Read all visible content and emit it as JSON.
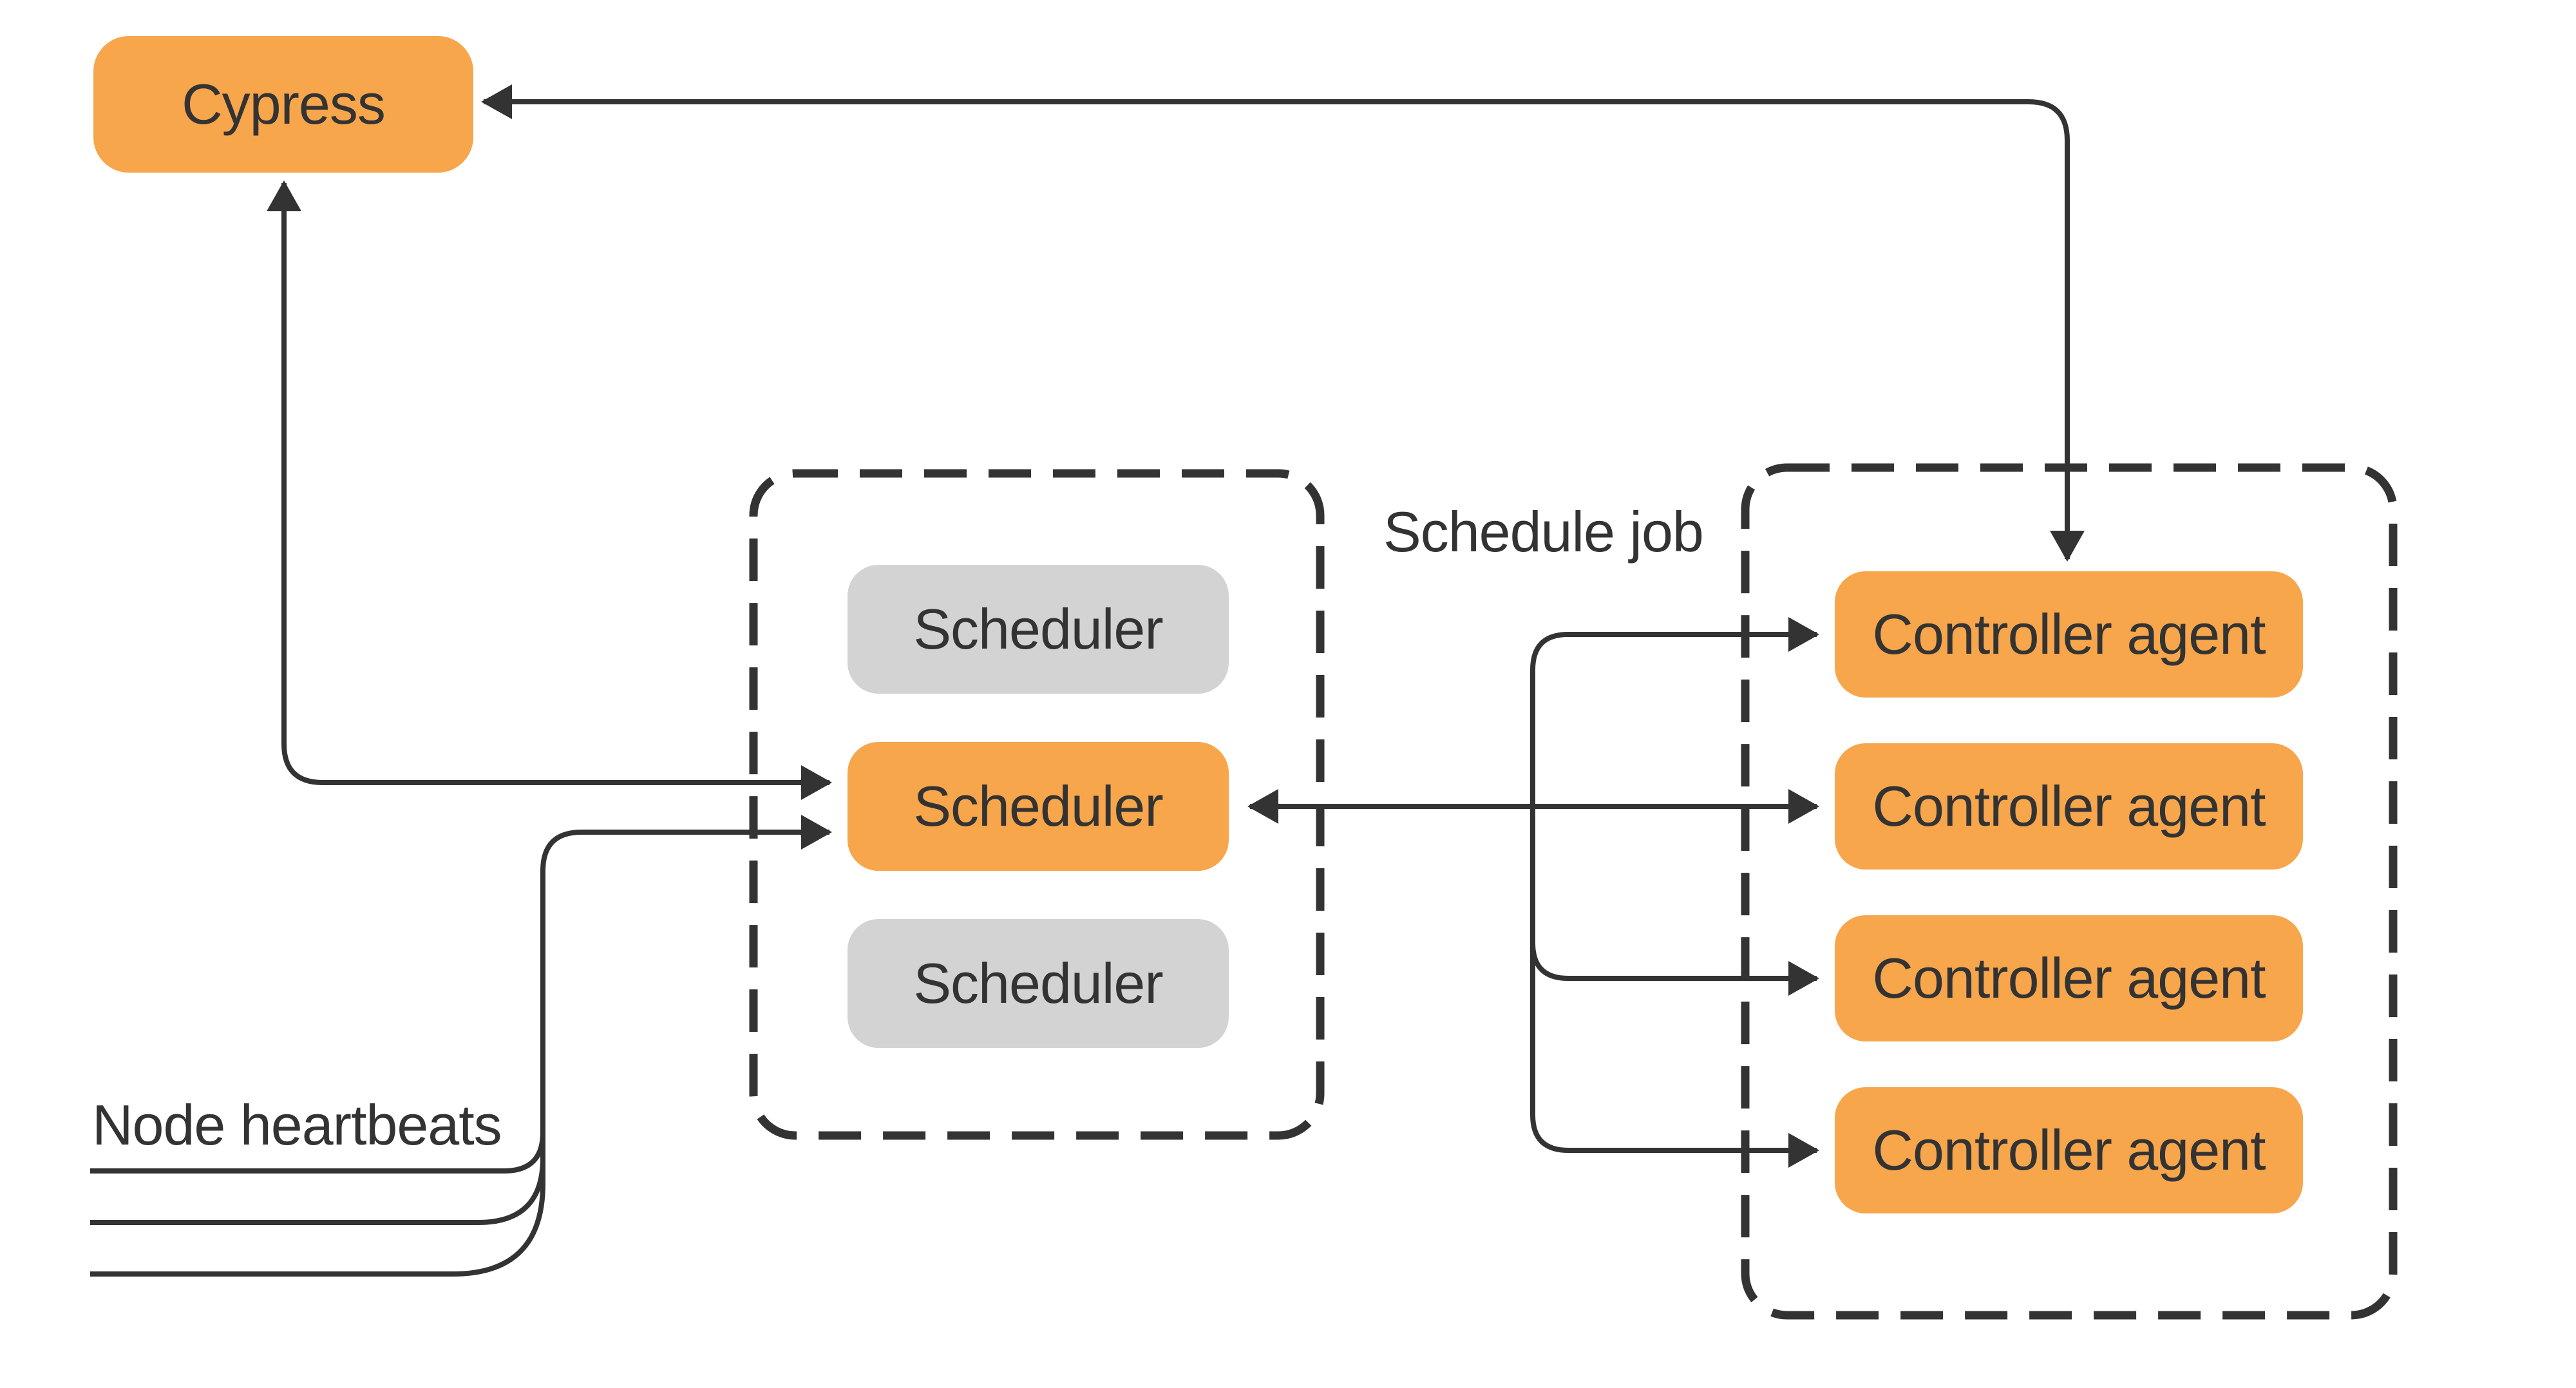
{
  "diagram": {
    "nodes": {
      "cypress": {
        "label": "Cypress",
        "variant": "active"
      },
      "schedulers": [
        {
          "label": "Scheduler",
          "variant": "standby"
        },
        {
          "label": "Scheduler",
          "variant": "active"
        },
        {
          "label": "Scheduler",
          "variant": "standby"
        }
      ],
      "controller_agents": [
        {
          "label": "Controller agent",
          "variant": "active"
        },
        {
          "label": "Controller agent",
          "variant": "active"
        },
        {
          "label": "Controller agent",
          "variant": "active"
        },
        {
          "label": "Controller agent",
          "variant": "active"
        }
      ]
    },
    "labels": {
      "schedule_job": "Schedule job",
      "node_heartbeats": "Node heartbeats"
    },
    "edges": [
      {
        "id": "cypress-active-scheduler",
        "ends": [
          "cypress",
          "scheduler-active"
        ],
        "arrows": "both"
      },
      {
        "id": "cypress-controller-agent-1",
        "ends": [
          "cypress",
          "controller-agent-1"
        ],
        "arrows": "both"
      },
      {
        "id": "scheduler-controller-agents",
        "ends": [
          "scheduler-active",
          "controller-agents-1-4"
        ],
        "arrows": "both",
        "label": "Schedule job"
      },
      {
        "id": "node-heartbeats-to-scheduler",
        "ends": [
          "node-heartbeats-x3",
          "scheduler-active"
        ],
        "arrows": "end"
      }
    ],
    "colors": {
      "orange": "#F7A64C",
      "inactive": "#D3D3D3",
      "line": "#333333",
      "text": "#333333",
      "background": "#FFFFFF"
    }
  }
}
